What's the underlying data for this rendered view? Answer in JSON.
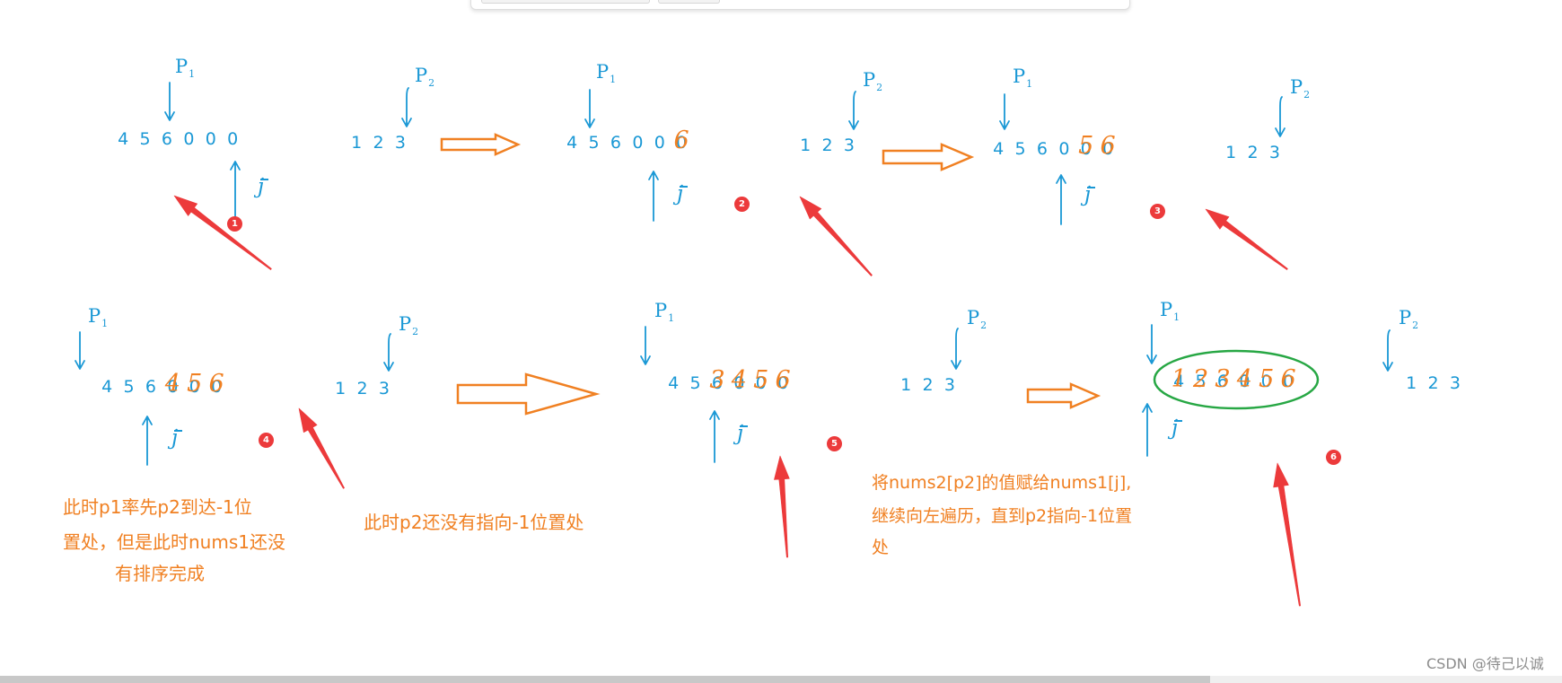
{
  "labels": {
    "p": "P",
    "p1_sub": "1",
    "p2_sub": "2",
    "j": "j"
  },
  "panels": [
    {
      "step": "1",
      "nums1": [
        "4",
        "5",
        "6",
        "0",
        "0",
        "0"
      ],
      "nums2": [
        "1",
        "2",
        "3"
      ]
    },
    {
      "step": "2",
      "nums1": [
        "4",
        "5",
        "6",
        "0",
        "0",
        "0"
      ],
      "written": [
        "",
        "",
        "",
        "",
        "",
        "6"
      ],
      "nums2": [
        "1",
        "2",
        "3"
      ]
    },
    {
      "step": "3",
      "nums1": [
        "4",
        "5",
        "6",
        "0",
        "0",
        "0"
      ],
      "written": [
        "",
        "",
        "",
        "",
        "5",
        "6"
      ],
      "nums2": [
        "1",
        "2",
        "3"
      ]
    },
    {
      "step": "4",
      "nums1": [
        "4",
        "5",
        "6",
        "0",
        "0",
        "0"
      ],
      "written": [
        "",
        "",
        "",
        "4",
        "5",
        "6"
      ],
      "nums2": [
        "1",
        "2",
        "3"
      ]
    },
    {
      "step": "5",
      "nums1": [
        "4",
        "5",
        "6",
        "0",
        "0",
        "0"
      ],
      "written": [
        "",
        "",
        "3",
        "4",
        "5",
        "6"
      ],
      "nums2": [
        "1",
        "2",
        "3"
      ]
    },
    {
      "step": "6",
      "nums1": [
        "4",
        "5",
        "6",
        "0",
        "0",
        "0"
      ],
      "written": [
        "1",
        "2",
        "3",
        "4",
        "5",
        "6"
      ],
      "nums2": [
        "1",
        "2",
        "3"
      ]
    }
  ],
  "notes": {
    "p1_reached": [
      "此时p1率先p2到达-1位",
      "置处，但是此时nums1还没",
      "有排序完成"
    ],
    "p2_not_reached": "此时p2还没有指向-1位置处",
    "assign": [
      "将nums2[p2]的值赋给nums1[j],",
      "继续向左遍历，直到p2指向-1位置",
      "处"
    ]
  },
  "watermark": "CSDN @待己以诚",
  "colors": {
    "blue": "#1a98d5",
    "orange": "#f08022",
    "red": "#ec3a3b",
    "green": "#27a744"
  }
}
